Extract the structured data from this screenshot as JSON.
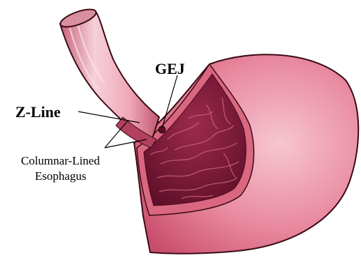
{
  "labels": {
    "gej": "GEJ",
    "z_line": "Z-Line",
    "columnar_line1": "Columnar-Lined",
    "columnar_line2": "Esophagus"
  },
  "colors": {
    "stomach_outer": "#e68aa0",
    "stomach_rim": "#d9677f",
    "mucosa": "#8a1f3f",
    "esophagus_tube": "#f2b6c4",
    "outline": "#3a0a14",
    "leader_line": "#000000"
  },
  "icons": [
    "stomach-illustration",
    "esophagus-illustration"
  ]
}
